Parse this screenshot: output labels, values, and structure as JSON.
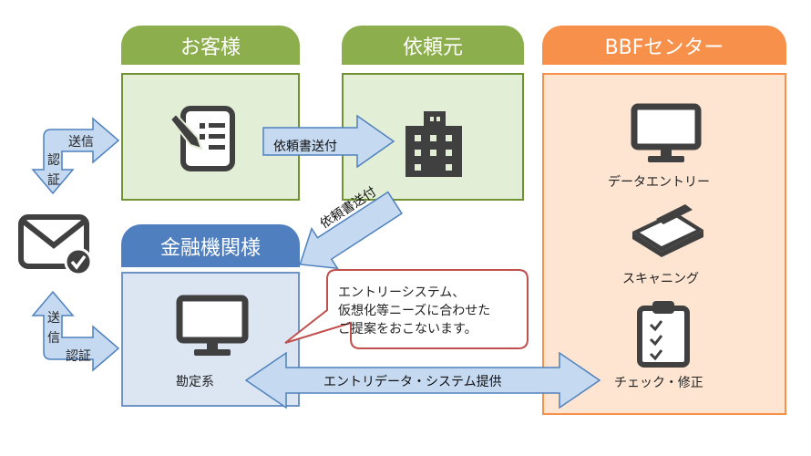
{
  "columns": {
    "customer": "お客様",
    "requester": "依頼元",
    "bbf": "BBFセンター",
    "bank": "金融機関様"
  },
  "arrows": {
    "send_request_h": "依頼書送付",
    "send_request_diag": "依頼書送付",
    "provide": "エントリデータ・システム提供",
    "send_top": "送信",
    "auth_top_1": "認",
    "auth_top_2": "証",
    "send_bottom_1": "送",
    "send_bottom_2": "信",
    "auth_bottom": "認証"
  },
  "bbf_items": {
    "data_entry": "データエントリー",
    "scanning": "スキャニング",
    "check": "チェック・修正"
  },
  "bank_item": "勘定系",
  "callout": {
    "line1": "エントリーシステム、",
    "line2": "仮想化等ニーズに合わせた",
    "line3": "ご提案をおこないます。"
  },
  "icons": [
    "form-icon",
    "building-icon",
    "mail-check-icon",
    "monitor-icon",
    "scanner-icon",
    "clipboard-check-icon"
  ],
  "colors": {
    "green": "#8cae4c",
    "green_bg": "#e3eed6",
    "orange": "#f6904a",
    "orange_bg": "#fde5d2",
    "blue": "#4f7fbe",
    "blue_bg": "#dce6f3",
    "arrow_fill": "#c5d9f1",
    "arrow_stroke": "#4f81bd",
    "callout_border": "#c0504d"
  }
}
